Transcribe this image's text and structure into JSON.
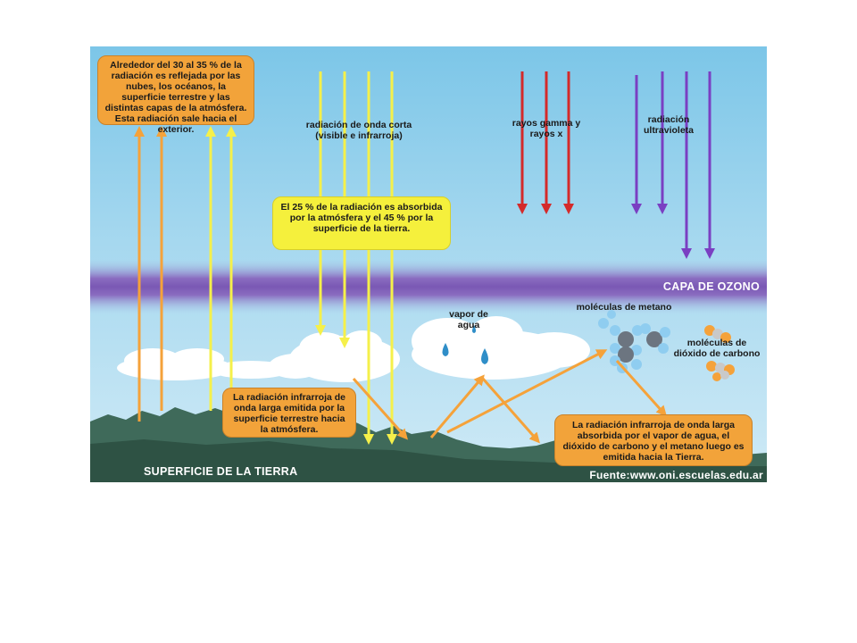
{
  "top_left_box": "Alrededor del 30 al 35 % de la radiación es reflejada por las nubes, los océanos, la superficie terrestre y las distintas capas de la atmósfera. Esta radiación sale hacia el exterior.",
  "short_wave_label": "radiación de onda corta (visible e infrarroja)",
  "gamma_label": "rayos gamma y rayos x",
  "uv_label": "radiación ultravioleta",
  "absorbed_box": "El 25 % de la radiación es absorbida por la atmósfera y el 45 % por la superficie de la tierra.",
  "ozone_label": "CAPA DE OZONO",
  "vapor_label": "vapor de agua",
  "methane_label": "moléculas de metano",
  "co2_label": "moléculas de dióxido de carbono",
  "infrared_box": "La radiación infrarroja de onda larga emitida por la superficie terrestre hacia la atmósfera.",
  "absorbed_ir_box": "La radiación infrarroja de onda larga absorbida por el vapor de agua, el dióxido de carbono y el metano luego es emitida hacia la Tierra.",
  "surface_label": "SUPERFICIE DE LA TIERRA",
  "source_label": "Fuente:www.oni.escuelas.edu.ar",
  "colors": {
    "sky_top": "#7fc9ea",
    "sky_bottom": "#bfe4f6",
    "ozone": "#8060b0",
    "orange_arrow": "#f5a23a",
    "yellow_arrow": "#f5f04a",
    "red_arrow": "#d42a2a",
    "purple_arrow": "#7a3fc2",
    "ground": "#3f6a5a"
  }
}
